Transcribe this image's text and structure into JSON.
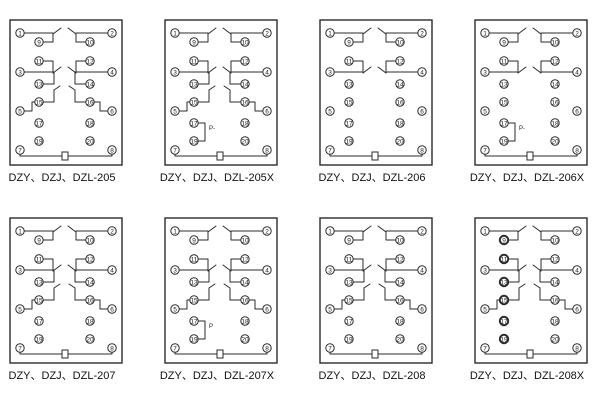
{
  "panels": [
    {
      "caption": "DZY、DZJ、DZL-205",
      "pins": [
        "1",
        "2",
        "3",
        "4",
        "5",
        "6",
        "7",
        "8",
        "9",
        "10",
        "11",
        "12",
        "13",
        "14",
        "15",
        "16",
        "17",
        "18",
        "19",
        "20"
      ],
      "contacts": [
        "9-10",
        "11-12",
        "13-14",
        "15-16"
      ],
      "extra_label": ""
    },
    {
      "caption": "DZY、DZJ、DZL-205X",
      "pins": [
        "1",
        "2",
        "3",
        "4",
        "5",
        "6",
        "7",
        "8",
        "9",
        "10",
        "11",
        "12",
        "13",
        "14",
        "15",
        "16",
        "17",
        "18",
        "19",
        "20"
      ],
      "contacts": [
        "9-10",
        "11-12",
        "13-14",
        "15-16"
      ],
      "extra_label": "P-"
    },
    {
      "caption": "DZY、DZJ、DZL-206",
      "pins": [
        "1",
        "2",
        "3",
        "4",
        "5",
        "6",
        "7",
        "8",
        "9",
        "10",
        "11",
        "12",
        "13",
        "14",
        "15",
        "16",
        "17",
        "18",
        "19",
        "20"
      ],
      "contacts": [
        "9-10",
        "11-12"
      ],
      "extra_label": ""
    },
    {
      "caption": "DZY、DZJ、DZL-206X",
      "pins": [
        "1",
        "2",
        "3",
        "4",
        "5",
        "6",
        "7",
        "8",
        "9",
        "10",
        "11",
        "12",
        "13",
        "14",
        "15",
        "16",
        "17",
        "18",
        "19",
        "20"
      ],
      "contacts": [
        "9-10",
        "11-12"
      ],
      "extra_label": "P-"
    },
    {
      "caption": "DZY、DZJ、DZL-207",
      "pins": [
        "1",
        "2",
        "3",
        "4",
        "5",
        "6",
        "7",
        "8",
        "9",
        "10",
        "11",
        "12",
        "13",
        "14",
        "15",
        "16",
        "17",
        "18",
        "19",
        "20"
      ],
      "contacts": [
        "9-10",
        "11-12",
        "13-14",
        "15-16"
      ],
      "extra_label": ""
    },
    {
      "caption": "DZY、DZJ、DZL-207X",
      "pins": [
        "1",
        "2",
        "3",
        "4",
        "5",
        "6",
        "7",
        "8",
        "9",
        "10",
        "11",
        "12",
        "13",
        "14",
        "15",
        "16",
        "17",
        "18",
        "19",
        "20"
      ],
      "contacts": [
        "9-10",
        "11-12",
        "13-14",
        "15-16"
      ],
      "extra_label": "P"
    },
    {
      "caption": "DZY、DZJ、DZL-208",
      "pins": [
        "1",
        "2",
        "3",
        "4",
        "5",
        "6",
        "7",
        "8",
        "9",
        "10",
        "11",
        "12",
        "13",
        "14",
        "15",
        "16",
        "17",
        "18",
        "19",
        "20"
      ],
      "contacts": [
        "9-10",
        "11-12",
        "13-14",
        "15-16"
      ],
      "extra_label": ""
    },
    {
      "caption": "DZY、DZJ、DZL-208X",
      "pins": [
        "1",
        "2",
        "3",
        "4",
        "5",
        "6",
        "7",
        "8",
        "9",
        "10",
        "11",
        "12",
        "13",
        "14",
        "15",
        "16",
        "17",
        "18",
        "19",
        "20"
      ],
      "contacts": [
        "9-10",
        "11-12",
        "13-14",
        "15-16"
      ],
      "extra_label": ""
    }
  ]
}
